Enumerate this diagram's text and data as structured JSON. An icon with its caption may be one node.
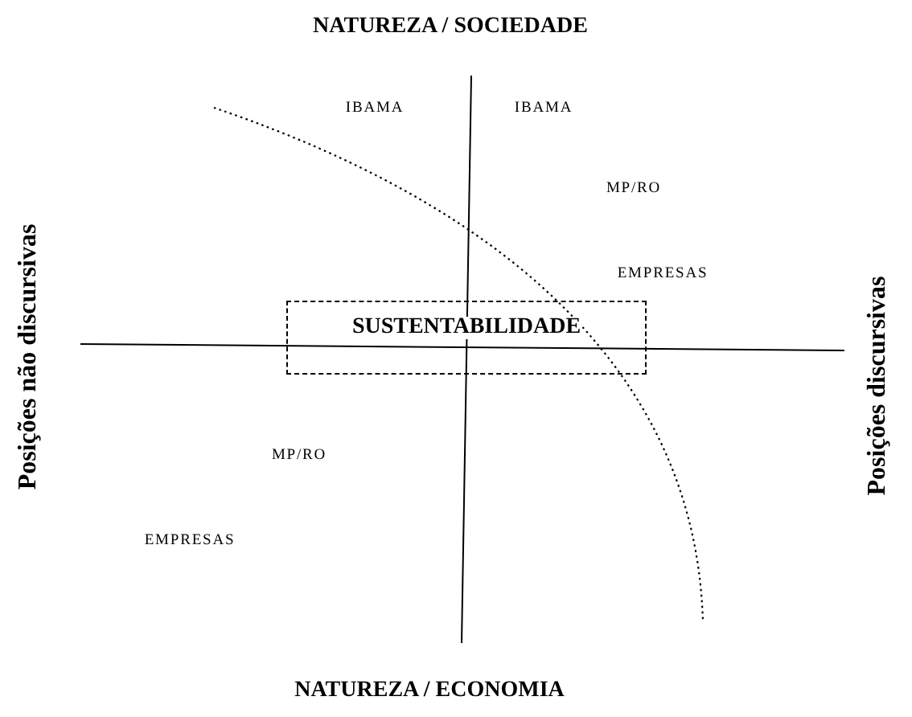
{
  "diagram": {
    "nodes": [
      {
        "text": [
          "SUSTENTABILIDADE"
        ]
      }
    ],
    "edges": [],
    "labels": [
      "NATUREZA / SOCIEDADE",
      "IBAMA",
      "IBAMA",
      "MP/RO",
      "EMPRESAS",
      "Posições não discursivas",
      "Posições discursivas",
      "MP/RO",
      "EMPRESAS",
      "NATUREZA / ECONOMIA"
    ]
  }
}
